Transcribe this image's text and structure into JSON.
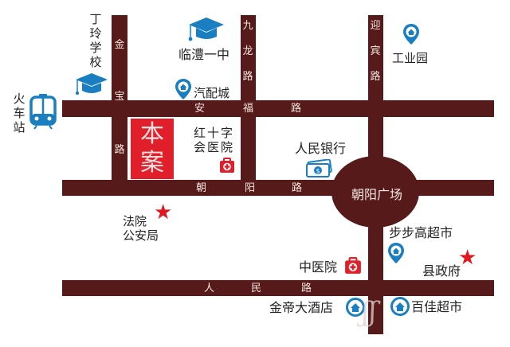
{
  "map": {
    "road_color": "#561a1a",
    "accent_red": "#e01f2b",
    "icon_blue": "#1a7fc1",
    "project": {
      "line1": "本",
      "line2": "案"
    },
    "roads": {
      "jinbao": {
        "c1": "金",
        "c2": "宝",
        "c3": "路"
      },
      "jiulong": {
        "c1": "九",
        "c2": "龙",
        "c3": "路"
      },
      "yingbin": {
        "c1": "迎",
        "c2": "宾",
        "c3": "路"
      },
      "anfu": {
        "c1": "安",
        "c2": "福",
        "c3": "路"
      },
      "chaoyang": {
        "c1": "朝",
        "c2": "阳",
        "c3": "路"
      },
      "renmin": {
        "c1": "人",
        "c2": "民",
        "c3": "路"
      }
    },
    "plaza": {
      "label": "朝阳广场"
    },
    "places": {
      "dingling": {
        "c1": "丁",
        "c2": "玲",
        "c3": "学",
        "c4": "校",
        "icon": "graduation-cap-icon"
      },
      "linli_school": {
        "label": "临澧一中",
        "icon": "graduation-cap-icon"
      },
      "train_station": {
        "c1": "火",
        "c2": "车",
        "c3": "站",
        "icon": "train-icon"
      },
      "auto_parts": {
        "label": "汽配城",
        "icon": "location-pin-icon"
      },
      "industrial_park": {
        "label": "工业园",
        "icon": "location-pin-icon"
      },
      "red_cross_hospital": {
        "line1": "红十字",
        "line2": "会医院",
        "icon": "medical-kit-icon"
      },
      "peoples_bank": {
        "label": "人民银行",
        "icon": "money-icon"
      },
      "court": {
        "line1": "法院",
        "line2": "公安局",
        "icon": "star-icon"
      },
      "bubugao": {
        "label": "步步高超市",
        "icon": "location-pin-icon"
      },
      "county_gov": {
        "label": "县政府",
        "icon": "star-icon"
      },
      "tcm_hospital": {
        "label": "中医院",
        "icon": "medical-kit-icon"
      },
      "jindi_hotel": {
        "label": "金帝大酒店",
        "icon": "location-pin-icon"
      },
      "baijia": {
        "label": "百佳超市",
        "icon": "location-pin-icon"
      }
    },
    "star_glyph": "★",
    "watermark": "ʃʃ"
  }
}
